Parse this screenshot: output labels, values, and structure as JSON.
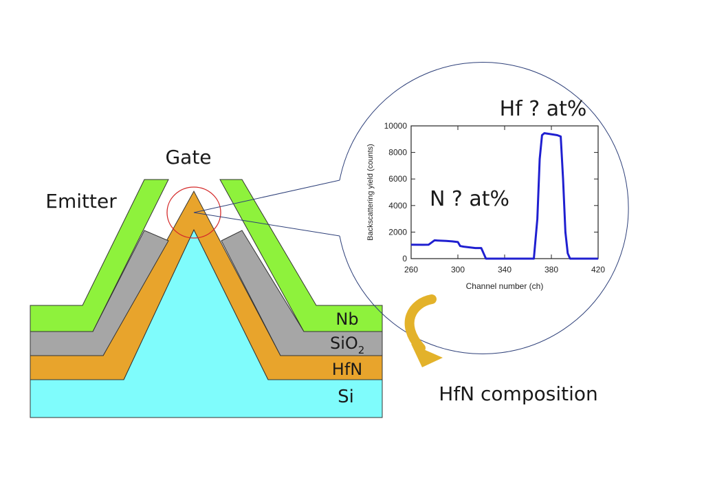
{
  "colors": {
    "nb": "#8ef23c",
    "sio2": "#a6a6a6",
    "hfn": "#e8a42c",
    "si": "#7ffcfc",
    "callout": "#2c3e78",
    "highlight": "#d42a2a",
    "curve": "#1f1fd0",
    "arrow": "#e3b22a"
  },
  "labels": {
    "gate": "Gate",
    "emitter": "Emitter",
    "nb": "Nb",
    "sio2_main": "SiO",
    "sio2_sub": "2",
    "hfn": "HfN",
    "si": "Si",
    "hf_at": "Hf ? at%",
    "n_at": "N ? at%",
    "composition": "HfN composition"
  },
  "chart_data": {
    "type": "line",
    "xlabel": "Channel number (ch)",
    "ylabel": "Backscattering yield (counts)",
    "xlim": [
      260,
      420
    ],
    "ylim": [
      0,
      10000
    ],
    "x_ticks": [
      "260",
      "300",
      "340",
      "380",
      "420"
    ],
    "x_tick_values": [
      260,
      300,
      340,
      380,
      420
    ],
    "y_ticks": [
      "0",
      "2000",
      "4000",
      "6000",
      "8000",
      "10000"
    ],
    "y_tick_values": [
      0,
      2000,
      4000,
      6000,
      8000,
      10000
    ],
    "grid": false,
    "series": [
      {
        "x": [
          260,
          270,
          275,
          280,
          285,
          290,
          295,
          300,
          302,
          305,
          310,
          315,
          320,
          322,
          324,
          326,
          330,
          340,
          350,
          360,
          365,
          368,
          370,
          372,
          374,
          378,
          385,
          388,
          390,
          392,
          394,
          396,
          400,
          410,
          420
        ],
        "values": [
          1050,
          1040,
          1050,
          1380,
          1350,
          1330,
          1300,
          1250,
          950,
          900,
          850,
          800,
          800,
          400,
          0,
          0,
          0,
          0,
          0,
          0,
          0,
          3000,
          7500,
          9300,
          9450,
          9400,
          9300,
          9200,
          6000,
          2000,
          400,
          0,
          0,
          0,
          0
        ]
      }
    ]
  }
}
